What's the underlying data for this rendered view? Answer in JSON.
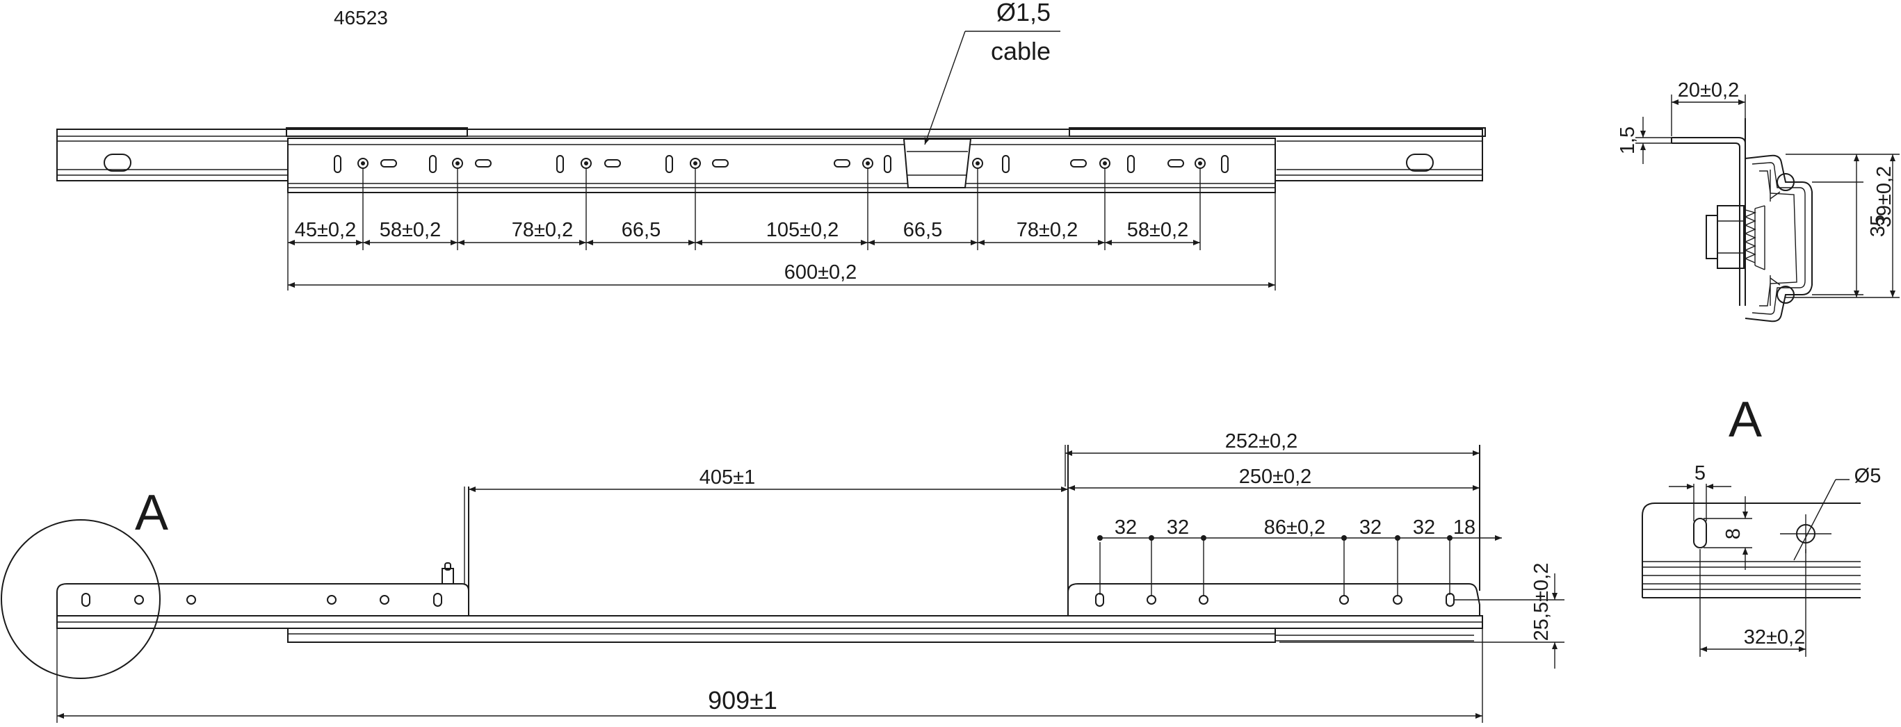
{
  "drawing": {
    "part_number": "46523",
    "cable_callout": {
      "diameter": "Ø1,5",
      "label": "cable"
    },
    "top_view": {
      "segment_dims": [
        "45±0,2",
        "58±0,2",
        "78±0,2",
        "66,5",
        "105±0,2",
        "66,5",
        "78±0,2",
        "58±0,2"
      ],
      "overall": "600±0,2"
    },
    "side_view": {
      "detail_label": "A",
      "travel": "405±1",
      "bracket_dims": [
        "252±0,2",
        "250±0,2"
      ],
      "hole_pitches": [
        "32",
        "32",
        "86±0,2",
        "32",
        "32",
        "18"
      ],
      "height": "25,5±0,2",
      "overall": "909±1"
    },
    "section_view": {
      "dims": [
        "20±0,2",
        "1,5",
        "35",
        "39±0,2"
      ]
    },
    "detail_a": {
      "title": "A",
      "dims": [
        "5",
        "8",
        "Ø5",
        "32±0,2"
      ]
    }
  }
}
